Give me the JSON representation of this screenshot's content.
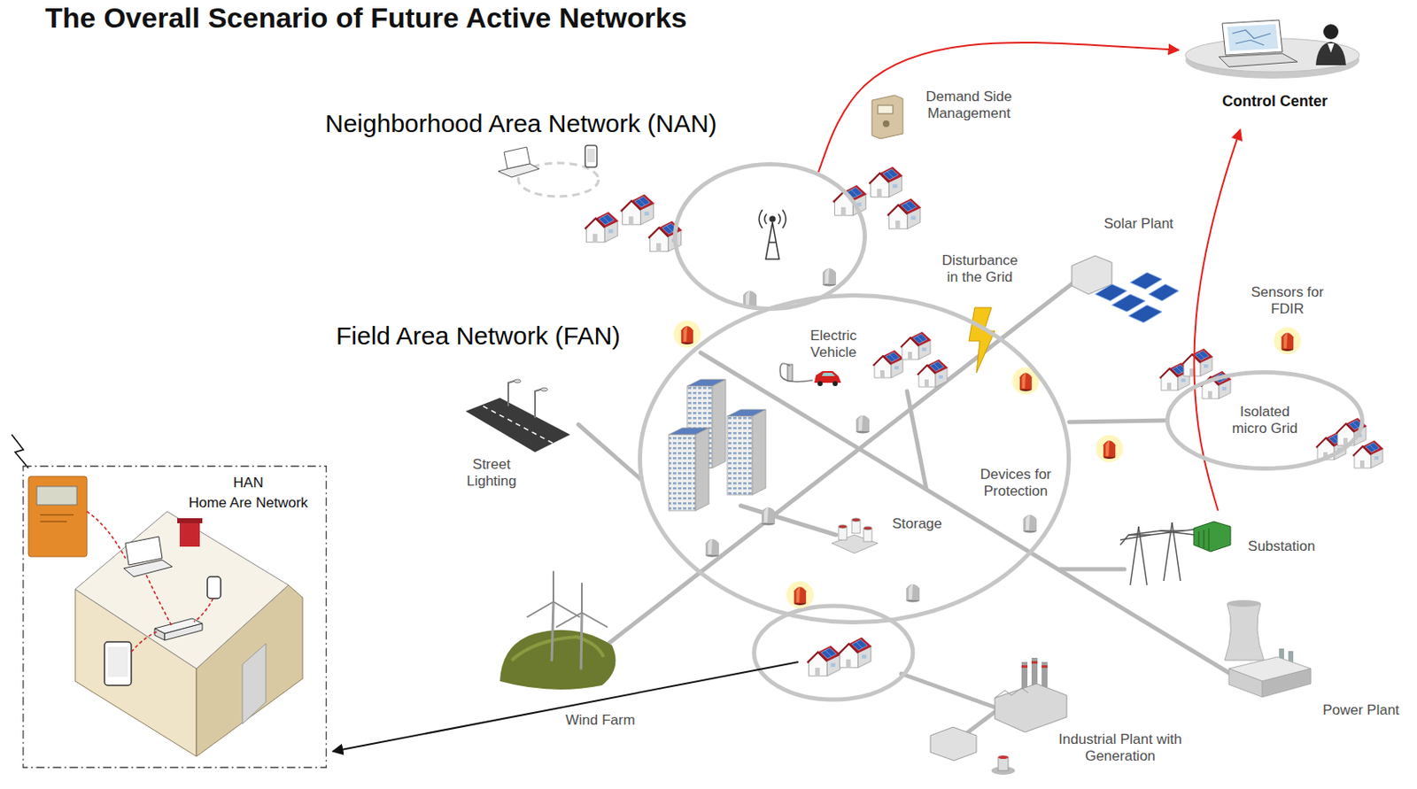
{
  "diagram": {
    "title": "The Overall Scenario of Future Active Networks",
    "nodes": [
      {
        "text": [
          "Neighborhood Area Network (NAN)"
        ]
      },
      {
        "text": [
          "Control Center"
        ]
      },
      {
        "text": [
          "Field Area Network (FAN)"
        ]
      },
      {
        "text": [
          "Isolated micro Grid"
        ]
      },
      {
        "text": [
          "HAN",
          "Home Are Network"
        ]
      },
      {
        "text": [
          "Substation"
        ]
      }
    ],
    "edges": [
      {
        "from": 0,
        "to": 1,
        "arrow": "to"
      },
      {
        "from": 5,
        "to": 1,
        "arrow": "to"
      }
    ],
    "labels": [
      "Demand Side Management",
      "Solar Plant",
      "Disturbance in the Grid",
      "Sensors for FDIR",
      "Electric Vehicle",
      "Street Lighting",
      "Devices for Protection",
      "Storage",
      "Wind Farm",
      "Power Plant",
      "Industrial Plant with Generation"
    ]
  }
}
